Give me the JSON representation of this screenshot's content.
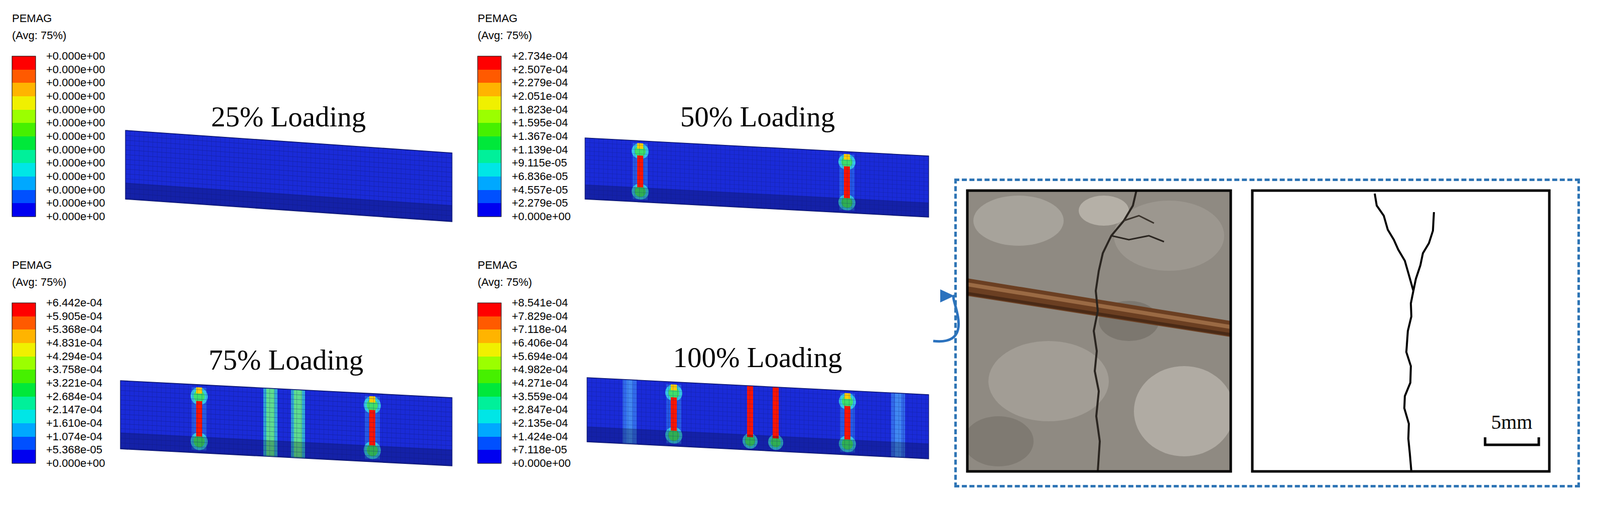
{
  "diagram": {
    "nodes": [
      {
        "text": [
          "25% Loading"
        ]
      },
      {
        "text": [
          "50% Loading"
        ]
      },
      {
        "text": [
          "75% Loading"
        ]
      },
      {
        "text": [
          "100% Loading"
        ]
      },
      {
        "text": [
          "5mm"
        ]
      }
    ],
    "edges": [
      {
        "from": 3,
        "to": 4,
        "arrow": "to"
      }
    ],
    "labels": [
      "PEMAG",
      "(Avg: 75%)",
      "+0.000e+00",
      "+0.000e+00",
      "+0.000e+00",
      "+0.000e+00",
      "+0.000e+00",
      "+0.000e+00",
      "+0.000e+00",
      "+0.000e+00",
      "+0.000e+00",
      "+0.000e+00",
      "+0.000e+00",
      "+0.000e+00",
      "+0.000e+00",
      "PEMAG",
      "(Avg: 75%)",
      "+2.734e-04",
      "+2.507e-04",
      "+2.279e-04",
      "+2.051e-04",
      "+1.823e-04",
      "+1.595e-04",
      "+1.367e-04",
      "+1.139e-04",
      "+9.115e-05",
      "+6.836e-05",
      "+4.557e-05",
      "+2.279e-05",
      "+0.000e+00",
      "PEMAG",
      "(Avg: 75%)",
      "+6.442e-04",
      "+5.905e-04",
      "+5.368e-04",
      "+4.831e-04",
      "+4.294e-04",
      "+3.758e-04",
      "+3.221e-04",
      "+2.684e-04",
      "+2.147e-04",
      "+1.610e-04",
      "+1.074e-04",
      "+5.368e-05",
      "+0.000e+00",
      "PEMAG",
      "(Avg: 75%)",
      "+8.541e-04",
      "+7.829e-04",
      "+7.118e-04",
      "+6.406e-04",
      "+5.694e-04",
      "+4.982e-04",
      "+4.271e-04",
      "+3.559e-04",
      "+2.847e-04",
      "+2.135e-04",
      "+1.424e-04",
      "+7.118e-05",
      "+0.000e+00"
    ]
  }
}
